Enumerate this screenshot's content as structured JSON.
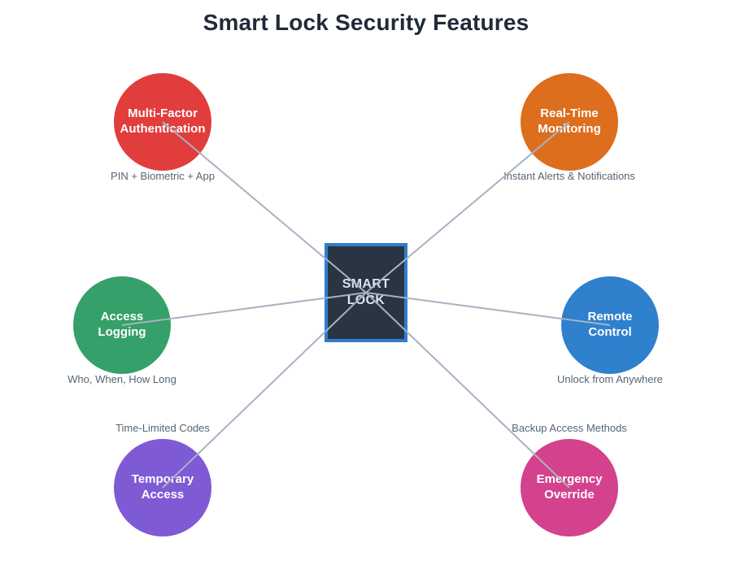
{
  "title": "Smart Lock Security Features",
  "colors": {
    "background": "#ffffff",
    "title_text": "#212a38",
    "connector": "#a8b2c1",
    "caption_text": "#566573",
    "node_label_text": "#ffffff",
    "center_fill": "#2a3544",
    "center_border": "#2e7ecd",
    "center_label_text": "#dce3ea"
  },
  "center": {
    "label": "SMART\nLOCK"
  },
  "nodes": [
    {
      "name": "multi-factor-authentication",
      "label": "Multi-Factor\nAuthentication",
      "caption": "PIN + Biometric + App",
      "color": "#e13d3c"
    },
    {
      "name": "real-time-monitoring",
      "label": "Real-Time\nMonitoring",
      "caption": "Instant Alerts & Notifications",
      "color": "#dd6e1e"
    },
    {
      "name": "access-logging",
      "label": "Access\nLogging",
      "caption": "Who, When, How Long",
      "color": "#35a069"
    },
    {
      "name": "remote-control",
      "label": "Remote\nControl",
      "caption": "Unlock from Anywhere",
      "color": "#2f80cd"
    },
    {
      "name": "temporary-access",
      "label": "Temporary\nAccess",
      "caption": "Time-Limited Codes",
      "color": "#7f5ad5"
    },
    {
      "name": "emergency-override",
      "label": "Emergency\nOverride",
      "caption": "Backup Access Methods",
      "color": "#d4418c"
    }
  ]
}
